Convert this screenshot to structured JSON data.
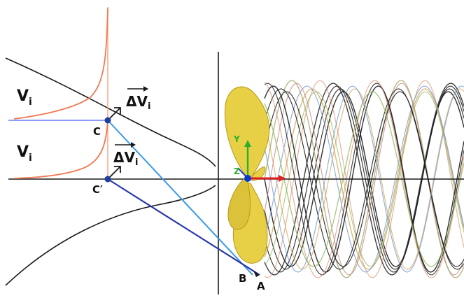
{
  "labels": {
    "v_upper": "V",
    "v_upper_sub": "i",
    "v_lower": "V",
    "v_lower_sub": "i",
    "delta_upper": "ΔV",
    "delta_upper_sub": "i",
    "delta_lower": "ΔV",
    "delta_lower_sub": "i",
    "point_c": "C",
    "point_c_prime": "C′",
    "point_b": "B",
    "point_a": "A",
    "axis_y": "Y",
    "axis_z": "Z"
  },
  "colors": {
    "background": "#ffffff",
    "contour": "#1a1a1a",
    "velocity_profile": "#f07a55",
    "velocity_axis": "#f4a080",
    "horizontal_blue": "#6a78ff",
    "segment_c_b": "#3a9ae8",
    "segment_c_prime_a": "#2838a8",
    "point_dot": "#1d3f9e",
    "propeller_blade": "#e8d046",
    "propeller_shadow": "#b8981a",
    "axis_x_red": "#e02020",
    "axis_y_green": "#2cae2c",
    "axis_z_blue": "#1a3ad8",
    "hub": "#0a3ac8",
    "helix_colors": [
      "#1a1a1a",
      "#1a1a1a",
      "#1a1a1a",
      "#2a2a2a",
      "#e09070",
      "#90b860",
      "#d0a050",
      "#6a90d0",
      "#c08080",
      "#a0a060"
    ]
  }
}
